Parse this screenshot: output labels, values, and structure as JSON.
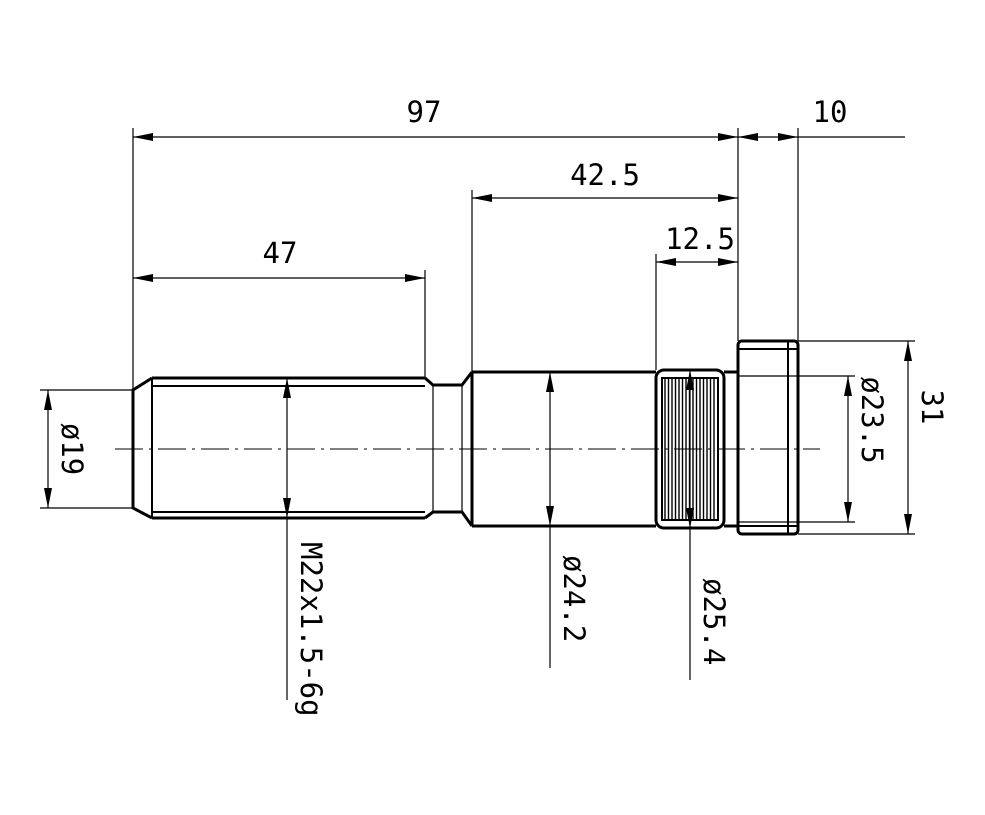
{
  "dimensions": {
    "total_length": "97",
    "head_length": "10",
    "shank_length": "42.5",
    "knurl_length": "12.5",
    "thread_length": "47",
    "thread_minor_diameter": "ø19",
    "thread_spec": "M22x1.5-6g",
    "shank_diameter": "ø24.2",
    "knurl_diameter": "ø25.4",
    "head_inner_diameter": "ø23.5",
    "head_diameter": "31"
  },
  "colors": {
    "line": "#000000",
    "background": "#ffffff"
  }
}
